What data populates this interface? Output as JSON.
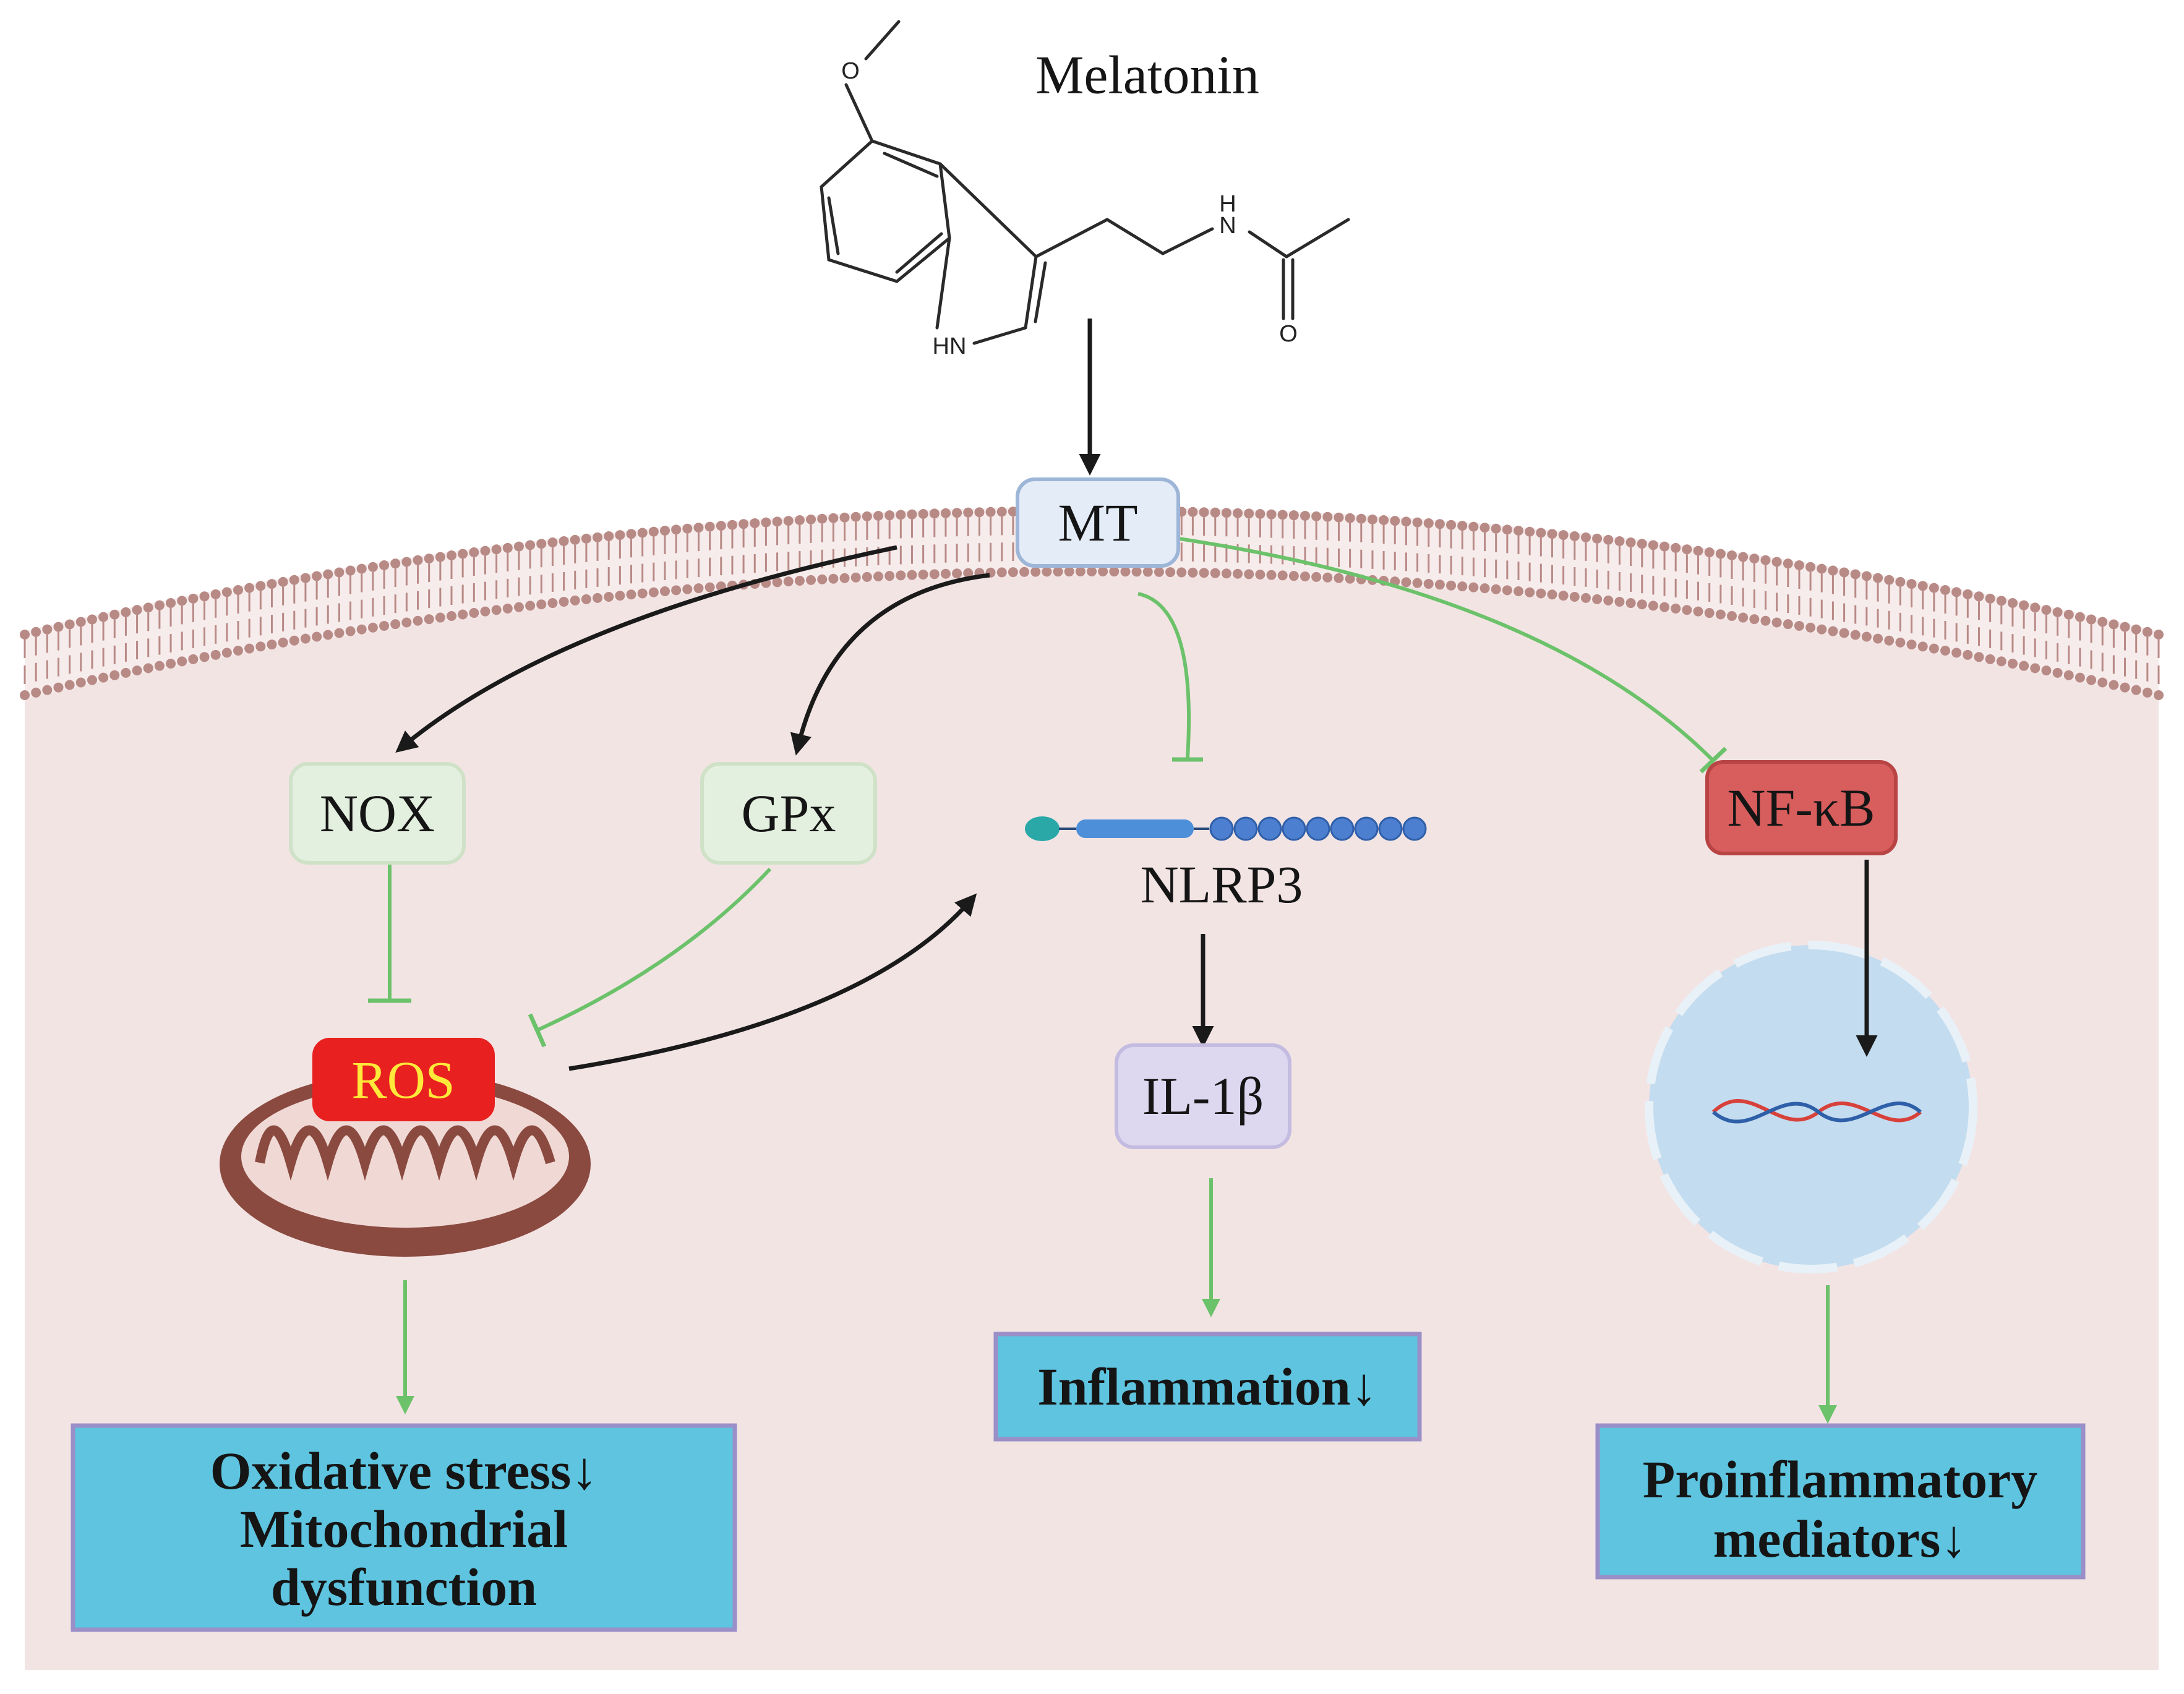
{
  "title": "Melatonin",
  "molecule_atoms": {
    "oxygen_methoxy": "O",
    "amide_nh": "H\nN",
    "amide_o": "O",
    "ring_nh": "HN"
  },
  "nodes": {
    "mt": "MT",
    "nox": "NOX",
    "gpx": "GPx",
    "nlrp3": "NLRP3",
    "nfkb": "NF-κB",
    "ros": "ROS",
    "il1b": "IL-1β"
  },
  "outcomes": {
    "oxidative": [
      "Oxidative stress↓",
      "Mitochondrial",
      "dysfunction"
    ],
    "inflammation": "Inflammation↓",
    "proinflammatory": [
      "Proinflammatory",
      "mediators↓"
    ]
  },
  "colors": {
    "cytoplasm": "#f3e4e4",
    "membrane": "#b88a86",
    "activation_arrow": "#1a1a1a",
    "inhibition_line": "#6cc26a",
    "outcome_box": "#5ec4df",
    "outcome_border": "#9b8fc8",
    "nox_gpx_fill": "#e3efdf",
    "mt_fill": "#e3ecf7",
    "il1b_fill": "#ddd8f0",
    "nfkb_fill": "#d85d5d",
    "ros_fill": "#e8201f",
    "ros_text": "#ffe93a",
    "nucleus": "#c3dcef",
    "mitochondrion": "#8a4a40"
  }
}
